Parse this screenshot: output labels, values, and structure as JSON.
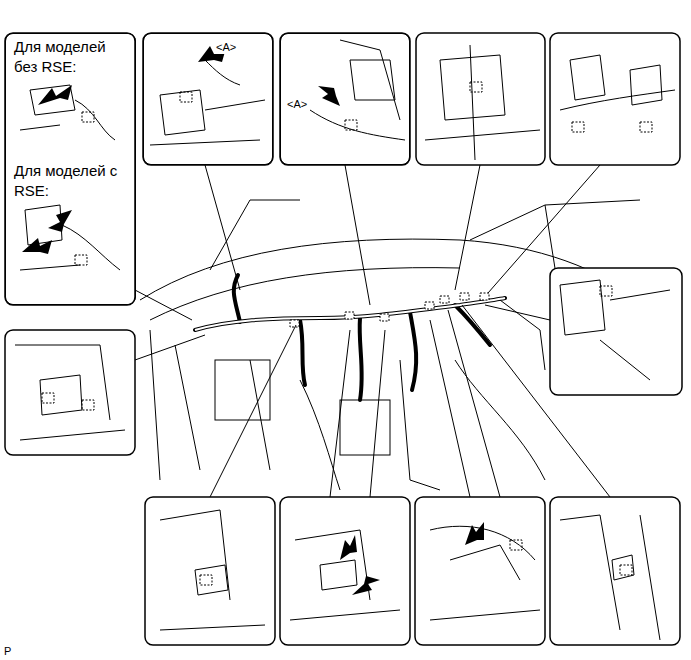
{
  "diagram": {
    "nodes": [
      {
        "text": [
          "Для моделей без RSE:",
          "Для моделей с RSE:"
        ]
      },
      {
        "text": [
          "<A>"
        ]
      },
      {
        "text": [
          "<A>"
        ]
      }
    ],
    "labels": [
      "P"
    ]
  }
}
